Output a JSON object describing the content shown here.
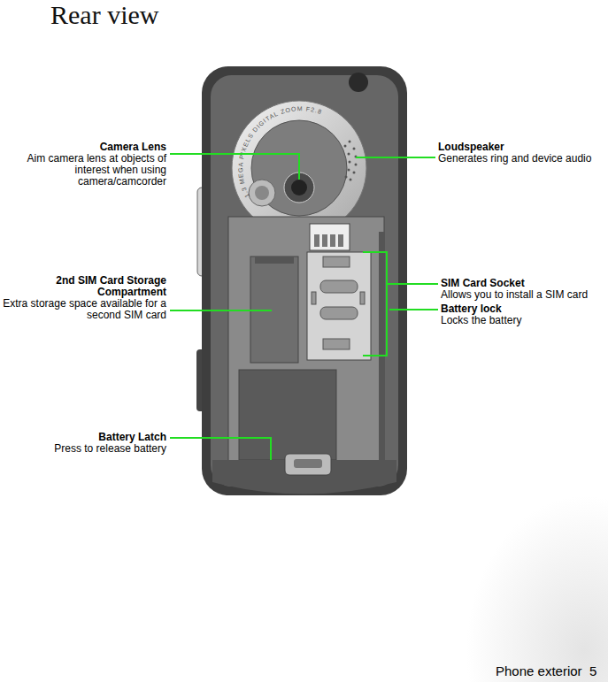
{
  "diagram": {
    "title": "Rear view",
    "labels": [
      "Camera Lens",
      "Aim camera lens at objects of interest when using camera/camcorder",
      "Loudspeaker",
      "Generates ring and device audio",
      "SIM Card Socket",
      "Allows you to install a SIM card",
      "Battery lock",
      "Locks the battery",
      "2nd SIM Card Storage Compartment",
      "Extra storage space available for a second SIM card",
      "Battery Latch",
      "Press to release battery",
      "Phone exterior  5",
      "1.3 MEGA PIXELS DIGITAL ZOOM F2.8"
    ]
  }
}
